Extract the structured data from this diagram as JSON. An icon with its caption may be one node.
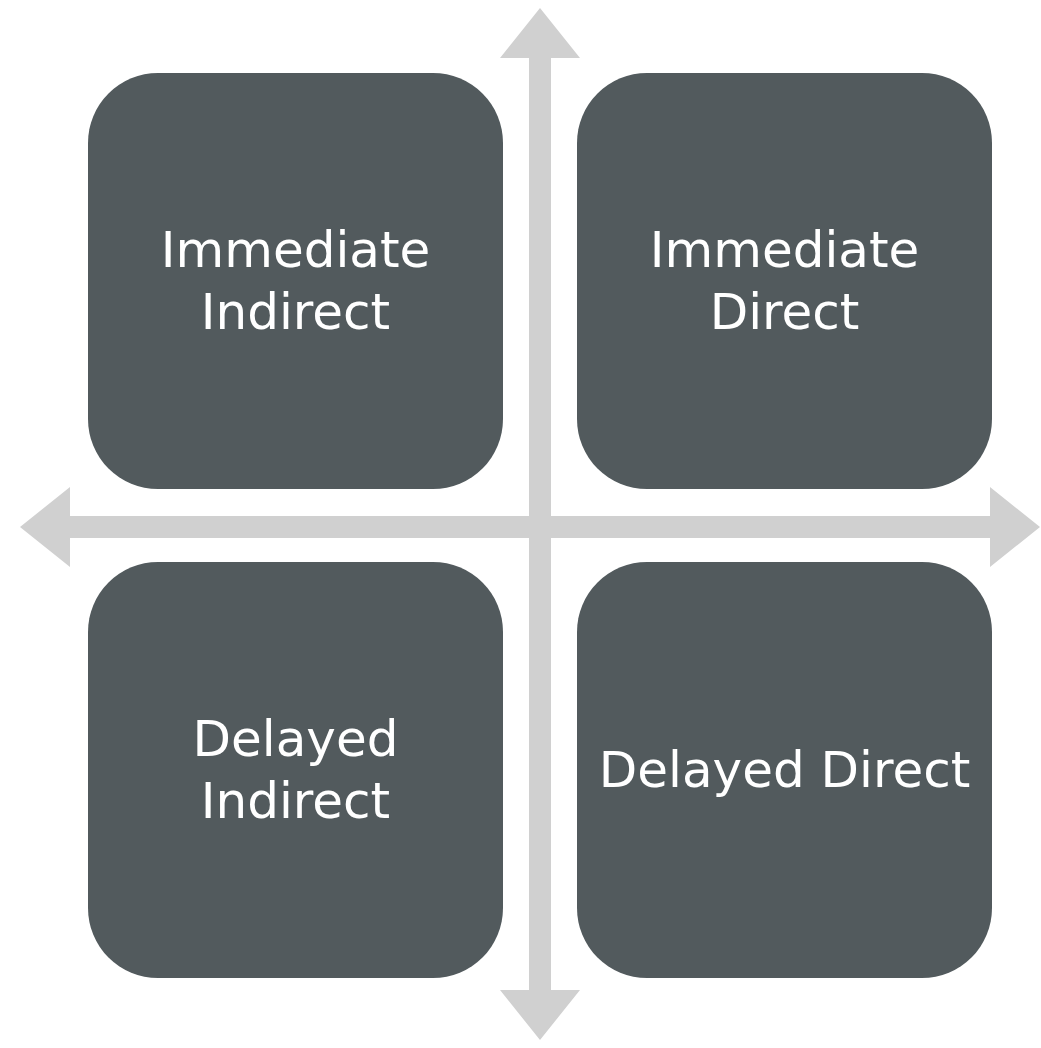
{
  "diagram": {
    "nodes": [
      {
        "text": [
          "Immediate Indirect"
        ]
      },
      {
        "text": [
          "Immediate Direct"
        ]
      },
      {
        "text": [
          "Delayed Indirect"
        ]
      },
      {
        "text": [
          "Delayed Direct"
        ]
      }
    ]
  }
}
